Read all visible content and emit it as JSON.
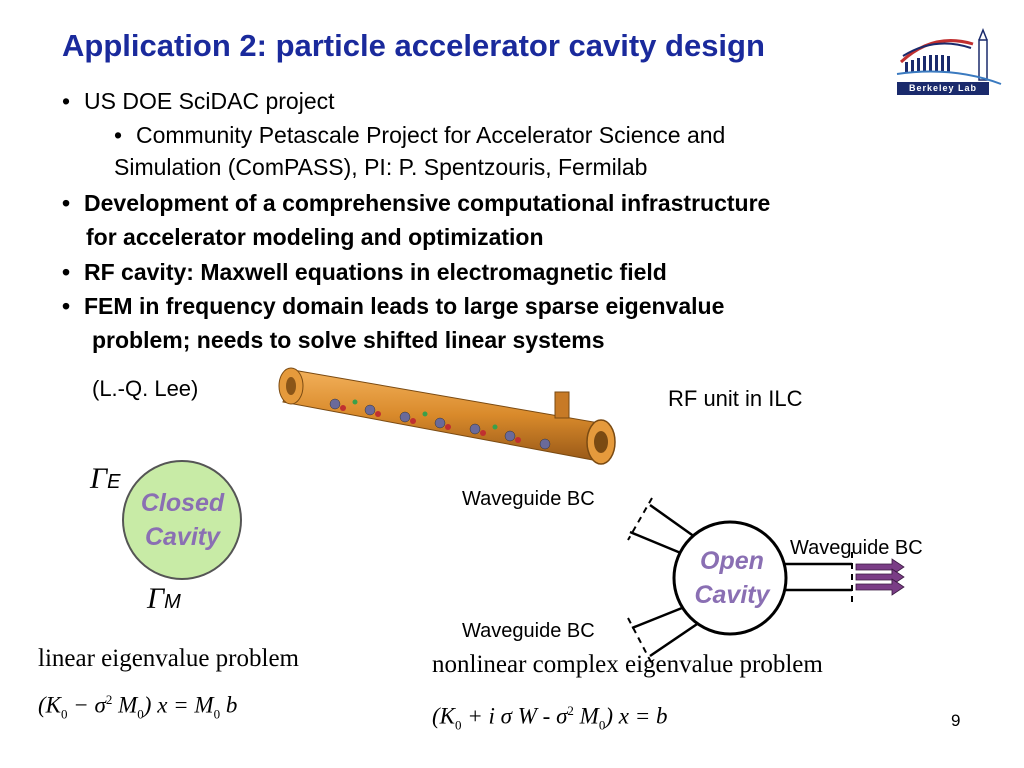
{
  "title": "Application 2: particle accelerator cavity design",
  "logo": {
    "label": "Berkeley Lab"
  },
  "bullets": [
    {
      "text": "US DOE SciDAC project"
    },
    {
      "text": "Community Petascale Project for Accelerator Science and",
      "cont": "Simulation (ComPASS),  PI: P. Spentzouris, Fermilab"
    },
    {
      "text": "Development of a comprehensive computational infrastructure",
      "cont": "for  accelerator modeling and optimization"
    },
    {
      "text": "RF cavity: Maxwell equations in electromagnetic field"
    },
    {
      "text": "FEM in frequency domain leads to large sparse eigenvalue",
      "cont": "problem;  needs to solve shifted linear systems"
    }
  ],
  "credit": "(L.-Q. Lee)",
  "rf_label": "RF unit in ILC",
  "closed": {
    "gamma_e": "E",
    "gamma_m": "M",
    "line1": "Closed",
    "line2": "Cavity",
    "caption": "linear eigenvalue problem"
  },
  "open": {
    "wg_top": "Waveguide BC",
    "wg_right": "Waveguide BC",
    "wg_bottom": "Waveguide BC",
    "line1": "Open",
    "line2": "Cavity",
    "caption": "nonlinear complex eigenvalue problem"
  },
  "page_number": "9",
  "colors": {
    "title": "#1a2a9c",
    "cavity_fill": "#c8eba6",
    "cavity_text": "#8a6fb3",
    "tube": "#d98a2b",
    "arrow": "#7a3d86"
  }
}
